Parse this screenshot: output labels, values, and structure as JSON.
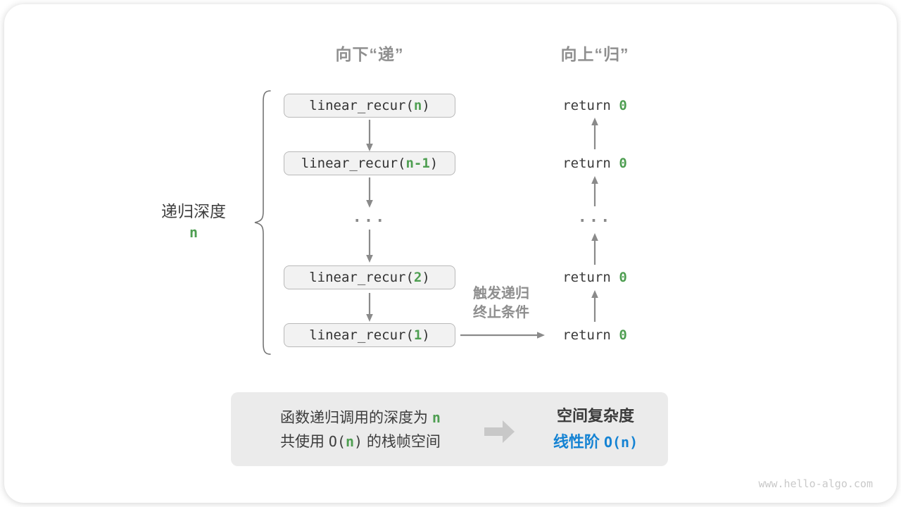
{
  "page": {
    "watermark": "www.hello-algo.com"
  },
  "headers": {
    "left": "向下“递”",
    "right": "向上“归”"
  },
  "depth_label": {
    "text": "递归深度",
    "value": "n"
  },
  "call_stack": {
    "boxes": [
      {
        "pre": "linear_recur(",
        "arg": "n",
        "post": ")"
      },
      {
        "pre": "linear_recur(",
        "arg": "n-1",
        "post": ")"
      },
      {
        "pre": "linear_recur(",
        "arg": "2",
        "post": ")"
      },
      {
        "pre": "linear_recur(",
        "arg": "1",
        "post": ")"
      }
    ],
    "ellipsis": "..."
  },
  "returns": {
    "items": [
      {
        "pre": "return ",
        "val": "0"
      },
      {
        "pre": "return ",
        "val": "0"
      },
      {
        "pre": "return ",
        "val": "0"
      },
      {
        "pre": "return ",
        "val": "0"
      }
    ],
    "ellipsis": "..."
  },
  "base_case_label": {
    "line1": "触发递归",
    "line2": "终止条件"
  },
  "summary": {
    "l1_pre": "函数递归调用的深度为 ",
    "l1_n": "n",
    "l2_pre": "共使用 ",
    "l2_code_open": "O(",
    "l2_n": "n",
    "l2_code_close": ")",
    "l2_post": " 的栈帧空间",
    "title": "空间复杂度",
    "result_pre": "线性阶 ",
    "result_code": "O(n)"
  },
  "colors": {
    "accent_green": "#4e9e51",
    "accent_blue": "#1583d3",
    "arrow_gray": "#8a8a8a",
    "header_gray": "#8f8f8f",
    "box_bg": "#f2f2f2",
    "summary_bg": "#ebebeb"
  }
}
